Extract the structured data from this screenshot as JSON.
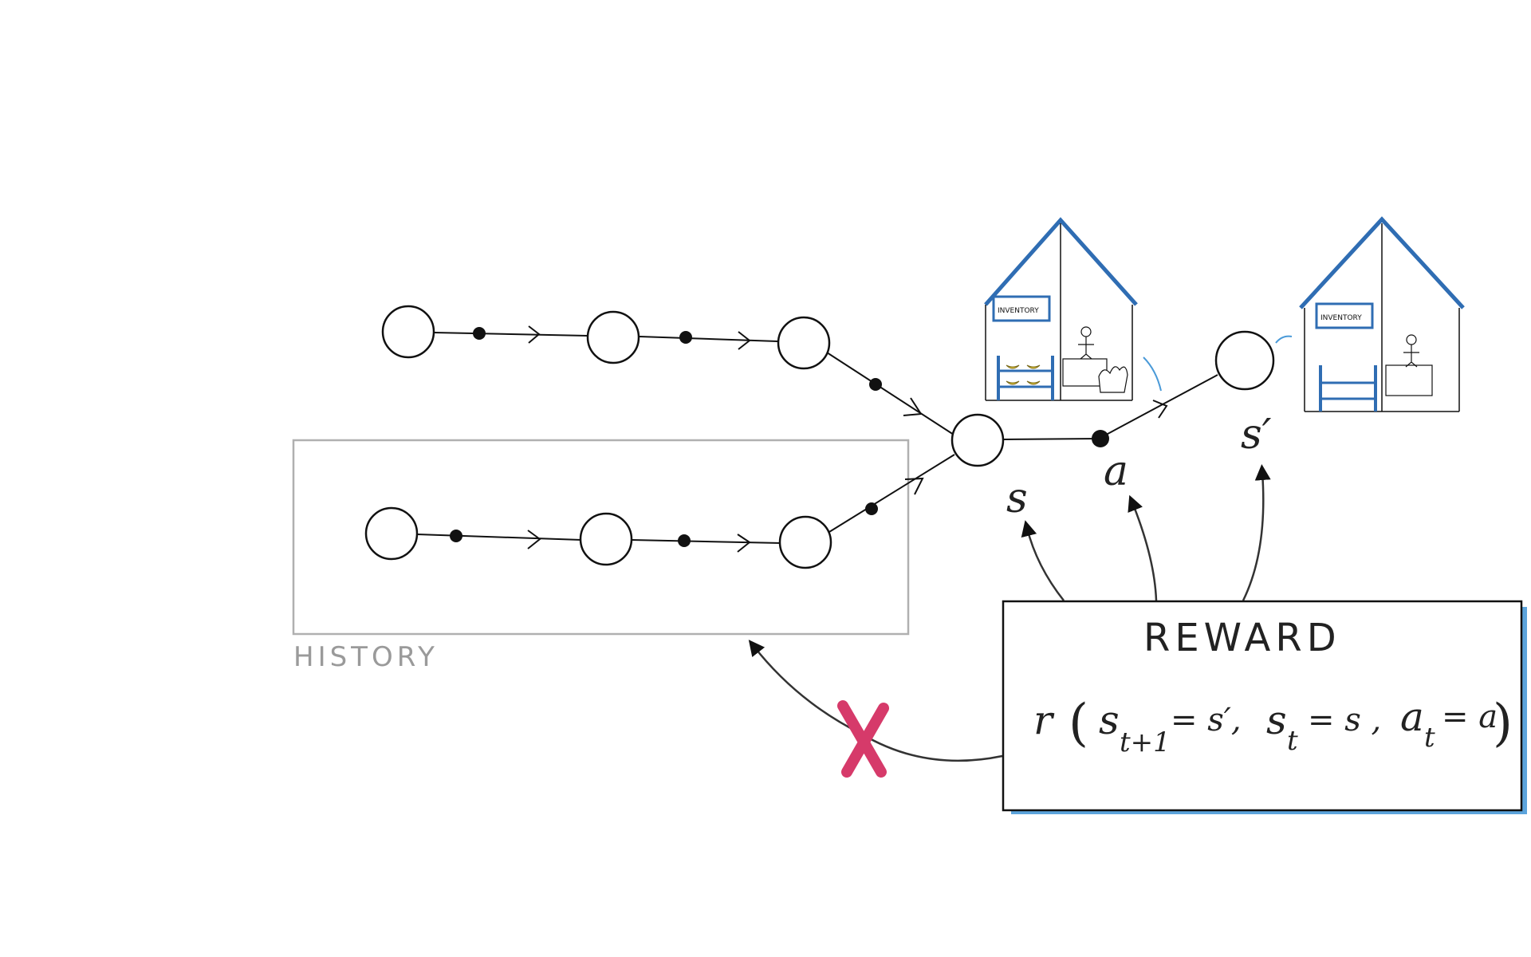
{
  "history_label": "HISTORY",
  "reward": {
    "title": "REWARD",
    "formula": {
      "fn": "r",
      "s_next_var": "s",
      "s_next_sub": "t+1",
      "s_next_val": "= s′,",
      "s_var": "s",
      "s_sub": "t",
      "s_val": "= s ,",
      "a_var": "a",
      "a_sub": "t",
      "a_val": "= a"
    }
  },
  "labels": {
    "state": "s",
    "action": "a",
    "next_state": "s′"
  },
  "stores": {
    "sign": "INVENTORY"
  },
  "x_mark": "X",
  "colors": {
    "ink": "#111111",
    "history_box": "#b0b0b0",
    "history_text": "#9a9a9a",
    "blue_accent": "#2f6db3",
    "light_blue": "#4a9ad8",
    "x_mark": "#d63a6a",
    "banana": "#f0d23a"
  }
}
